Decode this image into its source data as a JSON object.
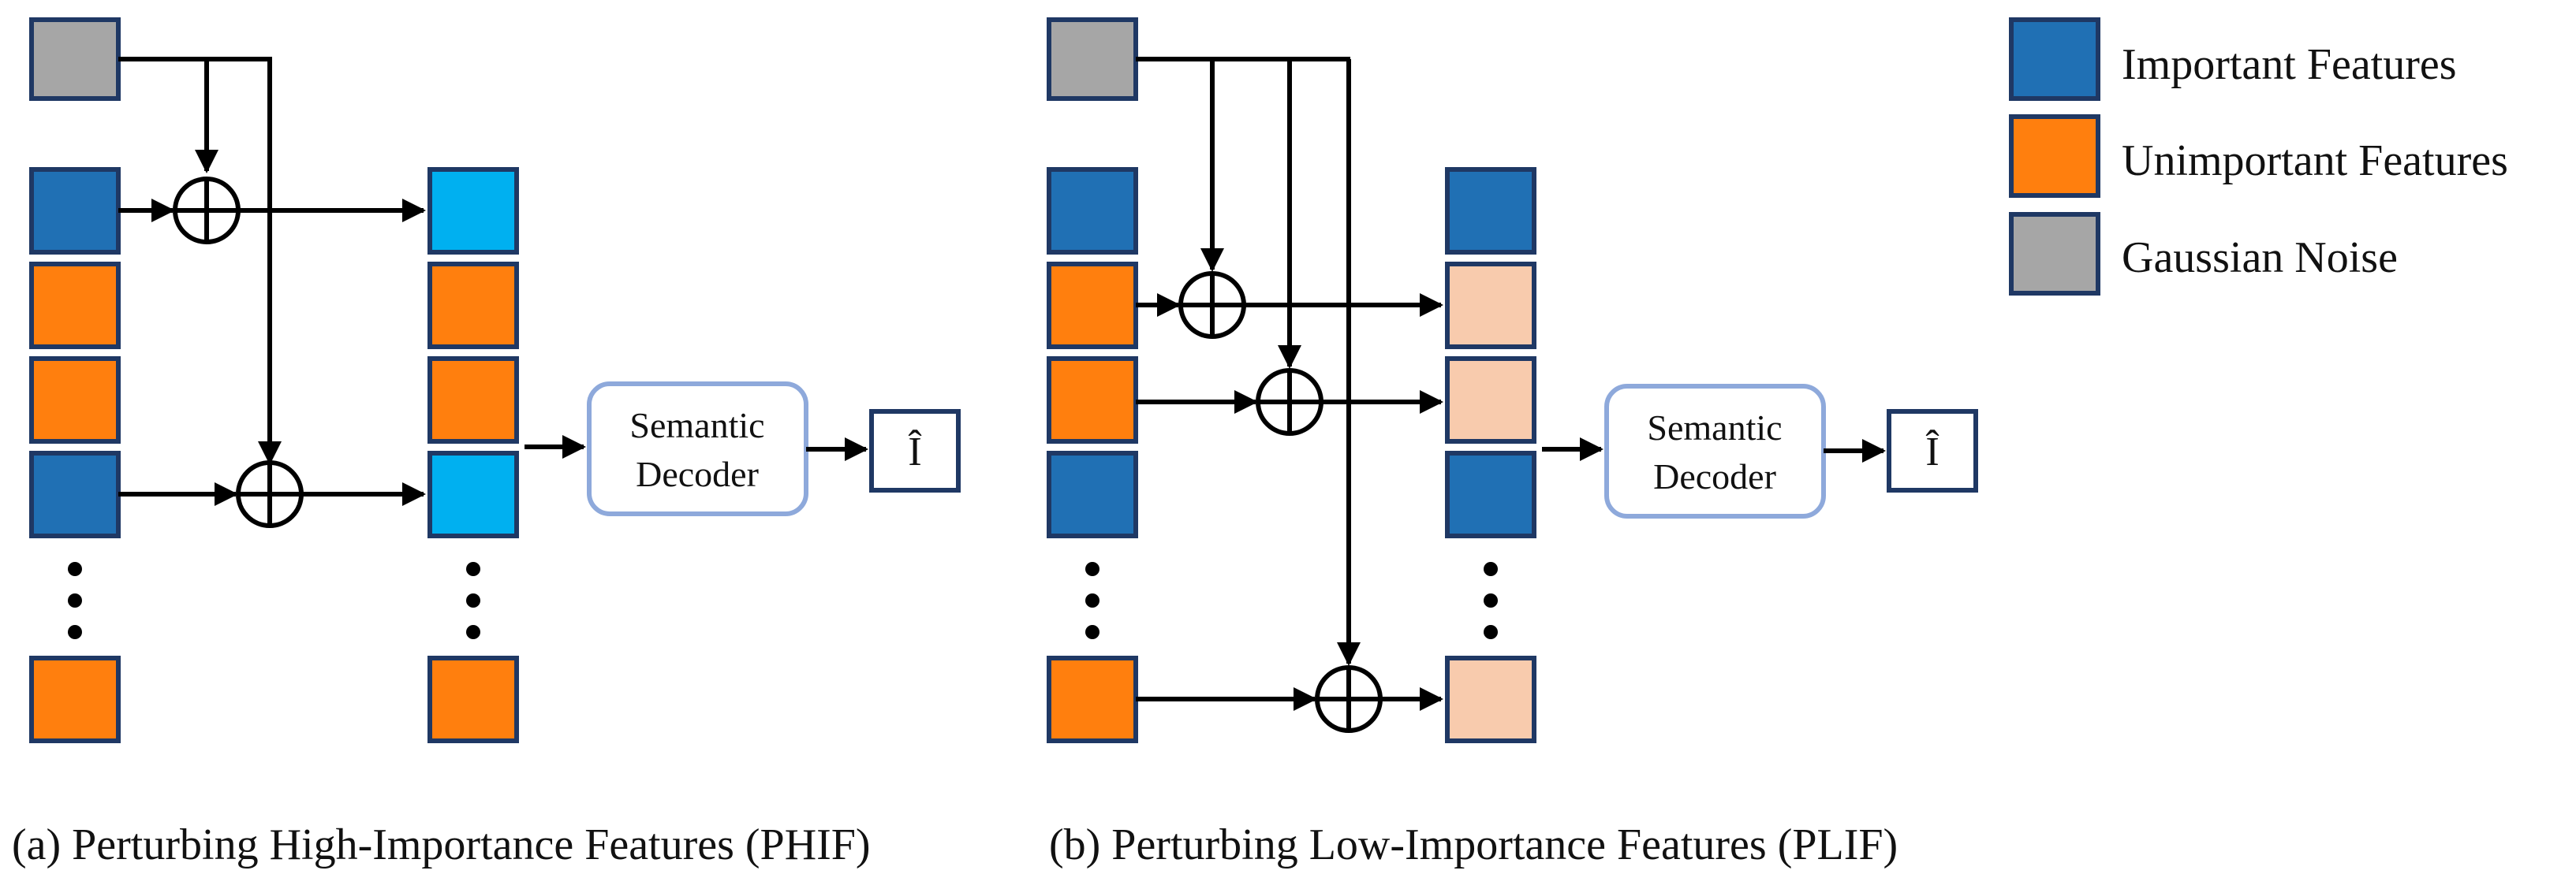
{
  "colors": {
    "important": "#2070B4",
    "unimportant": "#FF7F0E",
    "noise": "#A6A6A6",
    "perturbed_important": "#00B0F0",
    "perturbed_unimportant": "#F8CBAD",
    "decoder_border": "#8EA9DB",
    "box_border": "#1F3864"
  },
  "legend": {
    "items": [
      {
        "label": "Important Features",
        "kind": "important"
      },
      {
        "label": "Unimportant Features",
        "kind": "unimportant"
      },
      {
        "label": "Gaussian Noise",
        "kind": "noise"
      }
    ]
  },
  "panel_a": {
    "caption": "(a) Perturbing High-Importance Features (PHIF)",
    "decoder_line1": "Semantic",
    "decoder_line2": "Decoder",
    "output": "Î"
  },
  "panel_b": {
    "caption": "(b) Perturbing Low-Importance Features (PLIF)",
    "decoder_line1": "Semantic",
    "decoder_line2": "Decoder",
    "output": "Î"
  }
}
